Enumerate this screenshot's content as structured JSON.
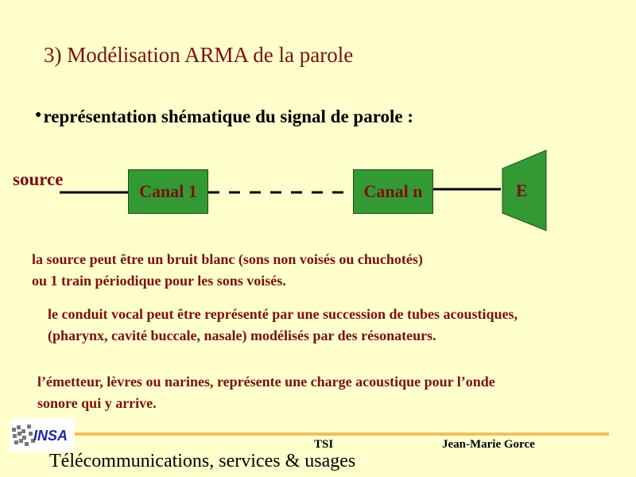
{
  "slide": {
    "title": "3) Modélisation ARMA de la parole",
    "bullet_text": "représentation shématique du signal de parole :",
    "diagram": {
      "source_label": "source",
      "box1_label": "Canal 1",
      "boxn_label": "Canal n",
      "emitter_label": "E"
    },
    "paragraphs": [
      {
        "line1": "la source peut être un bruit blanc (sons non voisés ou chuchotés)",
        "line2": "ou 1 train périodique pour les sons voisés."
      },
      {
        "line1": "le conduit vocal peut être représenté par une succession de tubes acoustiques,",
        "line2": "(pharynx, cavité buccale, nasale) modélisés par des résonateurs."
      },
      {
        "line1": "l’émetteur, lèvres ou narines, représente une charge acoustique pour l’onde",
        "line2": "sonore qui y arrive."
      }
    ]
  },
  "footer": {
    "logo_text": "INSA",
    "center_text": "TSI",
    "author": "Jean-Marie Gorce",
    "subtitle": "Télécommunications, services & usages"
  },
  "colors": {
    "background": "#ffffcc",
    "text_dark_red": "#7a1010",
    "box_green": "#339933",
    "footer_line": "#f0c060"
  }
}
